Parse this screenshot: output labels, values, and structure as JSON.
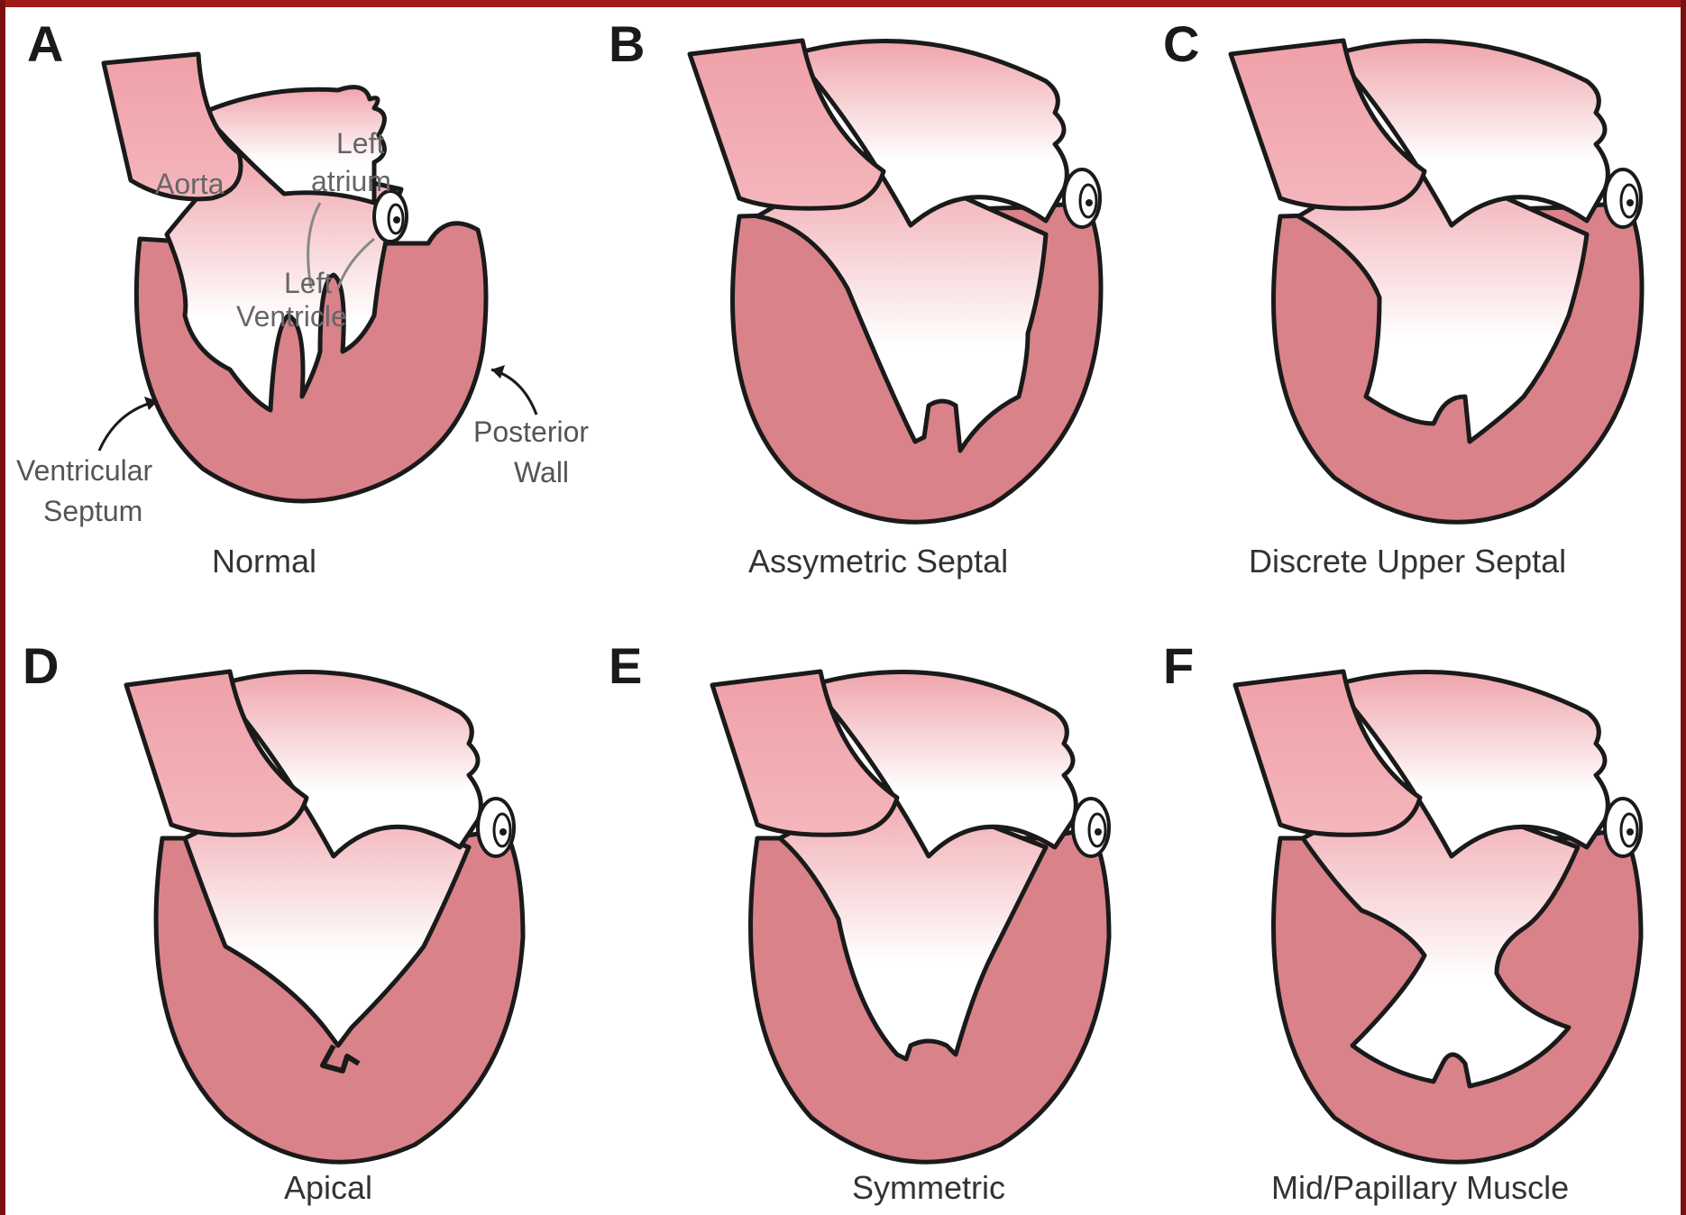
{
  "panels": [
    {
      "letter": "A",
      "caption": "Normal"
    },
    {
      "letter": "B",
      "caption": "Assymetric Septal"
    },
    {
      "letter": "C",
      "caption": "Discrete Upper Septal"
    },
    {
      "letter": "D",
      "caption": "Apical"
    },
    {
      "letter": "E",
      "caption": "Symmetric"
    },
    {
      "letter": "F",
      "caption": "Mid/Papillary Muscle"
    }
  ],
  "labels": {
    "aorta": "Aorta",
    "left_atrium_1": "Left",
    "left_atrium_2": "atrium",
    "left_ventricle_1": "Left",
    "left_ventricle_2": "Ventricle",
    "septum_1": "Ventricular",
    "septum_2": "Septum",
    "posterior_1": "Posterior",
    "posterior_2": "Wall"
  },
  "colors": {
    "myocardium": "#d9828a",
    "chamber_top": "#efa4ab",
    "chamber_bottom": "#ffffff",
    "outline": "#1a1a1a",
    "frame": "#a11a1a"
  }
}
